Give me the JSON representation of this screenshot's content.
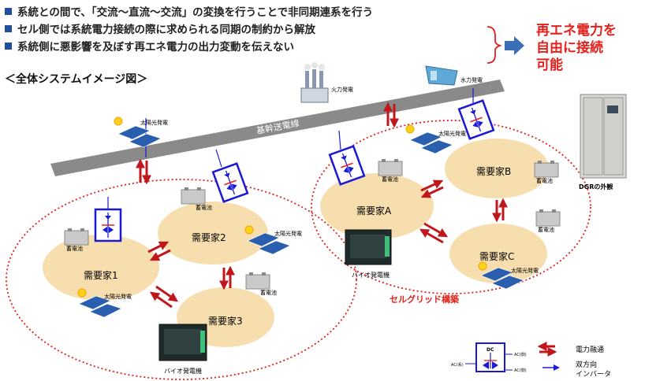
{
  "bullets": [
    "系統との間で、「交流～直流～交流」の変換を行うことで非同期連系を行う",
    "セル側では系統電力接続の際に求められる同期の制約から解放",
    "系統側に悪影響を及ぼす再エネ電力の出力変動を伝えない"
  ],
  "result_lines": [
    "再エネ電力を",
    "自由に接続",
    "可能"
  ],
  "system_title": "＜全体システムイメージ図＞",
  "grid": {
    "line_label": "基幹送電線",
    "thermal_label": "火力発電",
    "hydro_label": "水力発電"
  },
  "left_cell": {
    "consumers": [
      "需要家1",
      "需要家2",
      "需要家3"
    ],
    "solar_label": "太陽光発電",
    "battery_label": "蓄電池",
    "bio_label": "バイオ発電機"
  },
  "right_cell": {
    "consumers": [
      "需要家A",
      "需要家B",
      "需要家C"
    ],
    "solar_label": "太陽光発電",
    "battery_label": "蓄電池",
    "bio_label": "バイオ発電機",
    "cell_label": "セルグリッド構築"
  },
  "dgr_caption": "DGRの外観",
  "legend": {
    "dc": "DC",
    "ac_grid": "AC(系)",
    "ac_side": "AC(側)",
    "ac_side2": "AC(側)",
    "power_flow": "電力融通",
    "inverter_line1": "双方向",
    "inverter_line2": "インバータ"
  },
  "colors": {
    "bullet": "#1f4e9c",
    "accent_red": "#e3201b",
    "arrow_blue": "#3a6fb5",
    "dgr_blue": "#1a1ad6",
    "cloud": "#f7deae",
    "power_arrow": "#c0171c",
    "transmission": "#8a8a8a"
  }
}
